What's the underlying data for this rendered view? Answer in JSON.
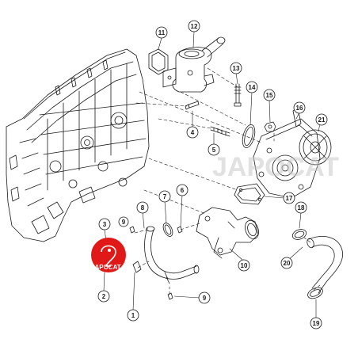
{
  "diagram": {
    "callouts": [
      {
        "id": "c1",
        "label": "1"
      },
      {
        "id": "c2",
        "label": "2"
      },
      {
        "id": "c3",
        "label": "3"
      },
      {
        "id": "c4",
        "label": "4"
      },
      {
        "id": "c5",
        "label": "5"
      },
      {
        "id": "c6",
        "label": "6"
      },
      {
        "id": "c7",
        "label": "7"
      },
      {
        "id": "c8",
        "label": "8"
      },
      {
        "id": "c9a",
        "label": "9"
      },
      {
        "id": "c9b",
        "label": "9"
      },
      {
        "id": "c10",
        "label": "10"
      },
      {
        "id": "c11",
        "label": "11"
      },
      {
        "id": "c12",
        "label": "12"
      },
      {
        "id": "c13",
        "label": "13"
      },
      {
        "id": "c14",
        "label": "14"
      },
      {
        "id": "c15",
        "label": "15"
      },
      {
        "id": "c16",
        "label": "16"
      },
      {
        "id": "c17",
        "label": "17"
      },
      {
        "id": "c18",
        "label": "18"
      },
      {
        "id": "c19",
        "label": "19"
      },
      {
        "id": "c20",
        "label": "20"
      },
      {
        "id": "c21",
        "label": "21"
      }
    ],
    "watermark": {
      "text": "JAPOCAT",
      "logo_text": "JAPOCAT"
    },
    "colors": {
      "line": "#1a1a1a",
      "badge": "#e01818",
      "watermark": "#c8c8c8"
    }
  }
}
